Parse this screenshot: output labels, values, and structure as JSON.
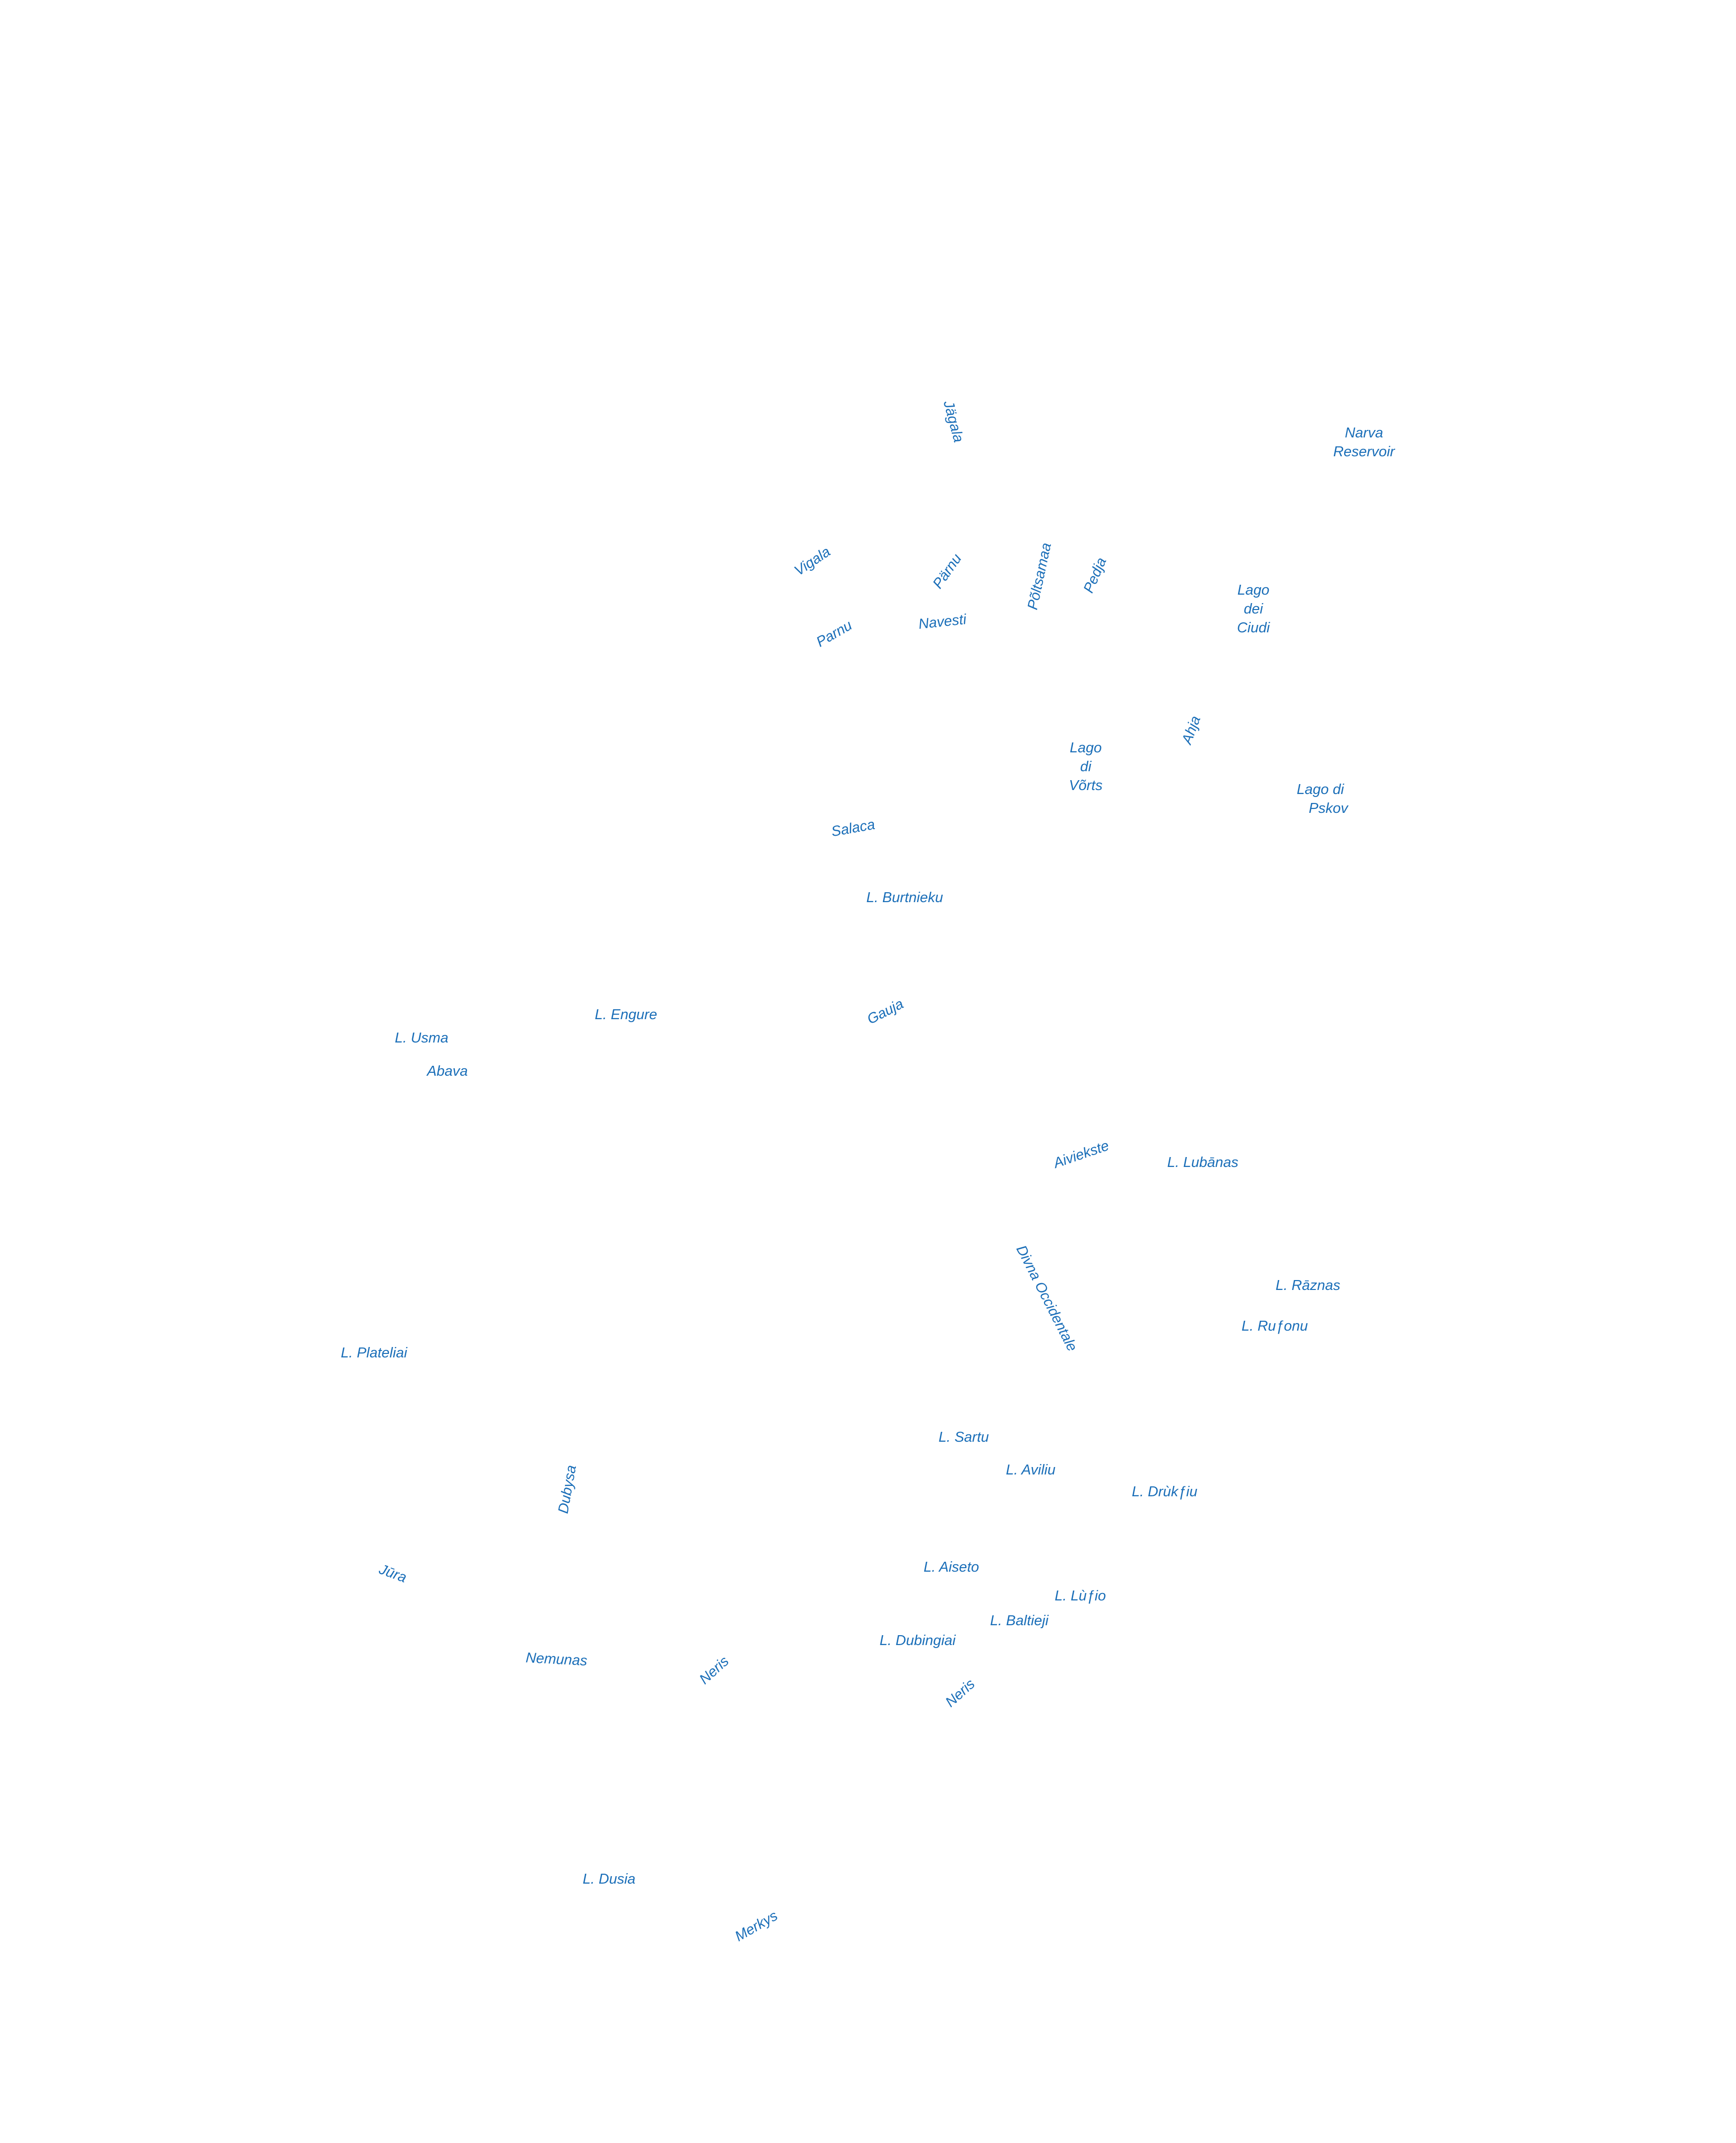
{
  "map": {
    "label_color": "#1a6eb8",
    "water_labels": [
      {
        "id": "jagala",
        "text": "Jägala"
      },
      {
        "id": "narva-reservoir",
        "text": "Narva\nReservoir"
      },
      {
        "id": "vigala",
        "text": "Vigala"
      },
      {
        "id": "parnu-upper",
        "text": "Pärnu"
      },
      {
        "id": "poltsamaa",
        "text": "Põltsamaa"
      },
      {
        "id": "pedja",
        "text": "Pedja"
      },
      {
        "id": "lago-dei-ciudi",
        "text": "Lago\ndei\nCiudi"
      },
      {
        "id": "parnu-lower",
        "text": "Parnu"
      },
      {
        "id": "navesti",
        "text": "Navesti"
      },
      {
        "id": "ahja",
        "text": "Ahja"
      },
      {
        "id": "lago-di-vorts",
        "text": "Lago\ndi\nVõrts"
      },
      {
        "id": "lago-di-pskov",
        "text": "Lago di\n    Pskov"
      },
      {
        "id": "salaca",
        "text": "Salaca"
      },
      {
        "id": "l-burtnieku",
        "text": "L. Burtnieku"
      },
      {
        "id": "l-engure",
        "text": "L. Engure"
      },
      {
        "id": "gauja",
        "text": "Gauja"
      },
      {
        "id": "l-usma",
        "text": "L. Usma"
      },
      {
        "id": "abava",
        "text": "Abava"
      },
      {
        "id": "aiviekste",
        "text": "Aiviekste"
      },
      {
        "id": "l-lubanas",
        "text": "L. Lubānas"
      },
      {
        "id": "divna-occidentale",
        "text": "Divna Occidentale"
      },
      {
        "id": "l-raznas",
        "text": "L. Rāznas"
      },
      {
        "id": "l-rufonu",
        "text": "L. Ruƒonu"
      },
      {
        "id": "l-plateliai",
        "text": "L. Plateliai"
      },
      {
        "id": "l-sartu",
        "text": "L. Sartu"
      },
      {
        "id": "l-aviliu",
        "text": "L. Aviliu"
      },
      {
        "id": "l-drukfiu",
        "text": "L. Drùkƒiu"
      },
      {
        "id": "dubysa",
        "text": "Dubysa"
      },
      {
        "id": "jura",
        "text": "Jūra"
      },
      {
        "id": "l-aiseto",
        "text": "L. Aiseto"
      },
      {
        "id": "l-lufio",
        "text": "L. Lùƒio"
      },
      {
        "id": "l-baltieji",
        "text": "L. Baltieji"
      },
      {
        "id": "l-dubingiai",
        "text": "L. Dubingiai"
      },
      {
        "id": "nemunas",
        "text": "Nemunas"
      },
      {
        "id": "neris-west",
        "text": "Neris"
      },
      {
        "id": "neris-east",
        "text": "Neris"
      },
      {
        "id": "l-dusia",
        "text": "L. Dusia"
      },
      {
        "id": "merkys",
        "text": "Merkys"
      }
    ]
  }
}
